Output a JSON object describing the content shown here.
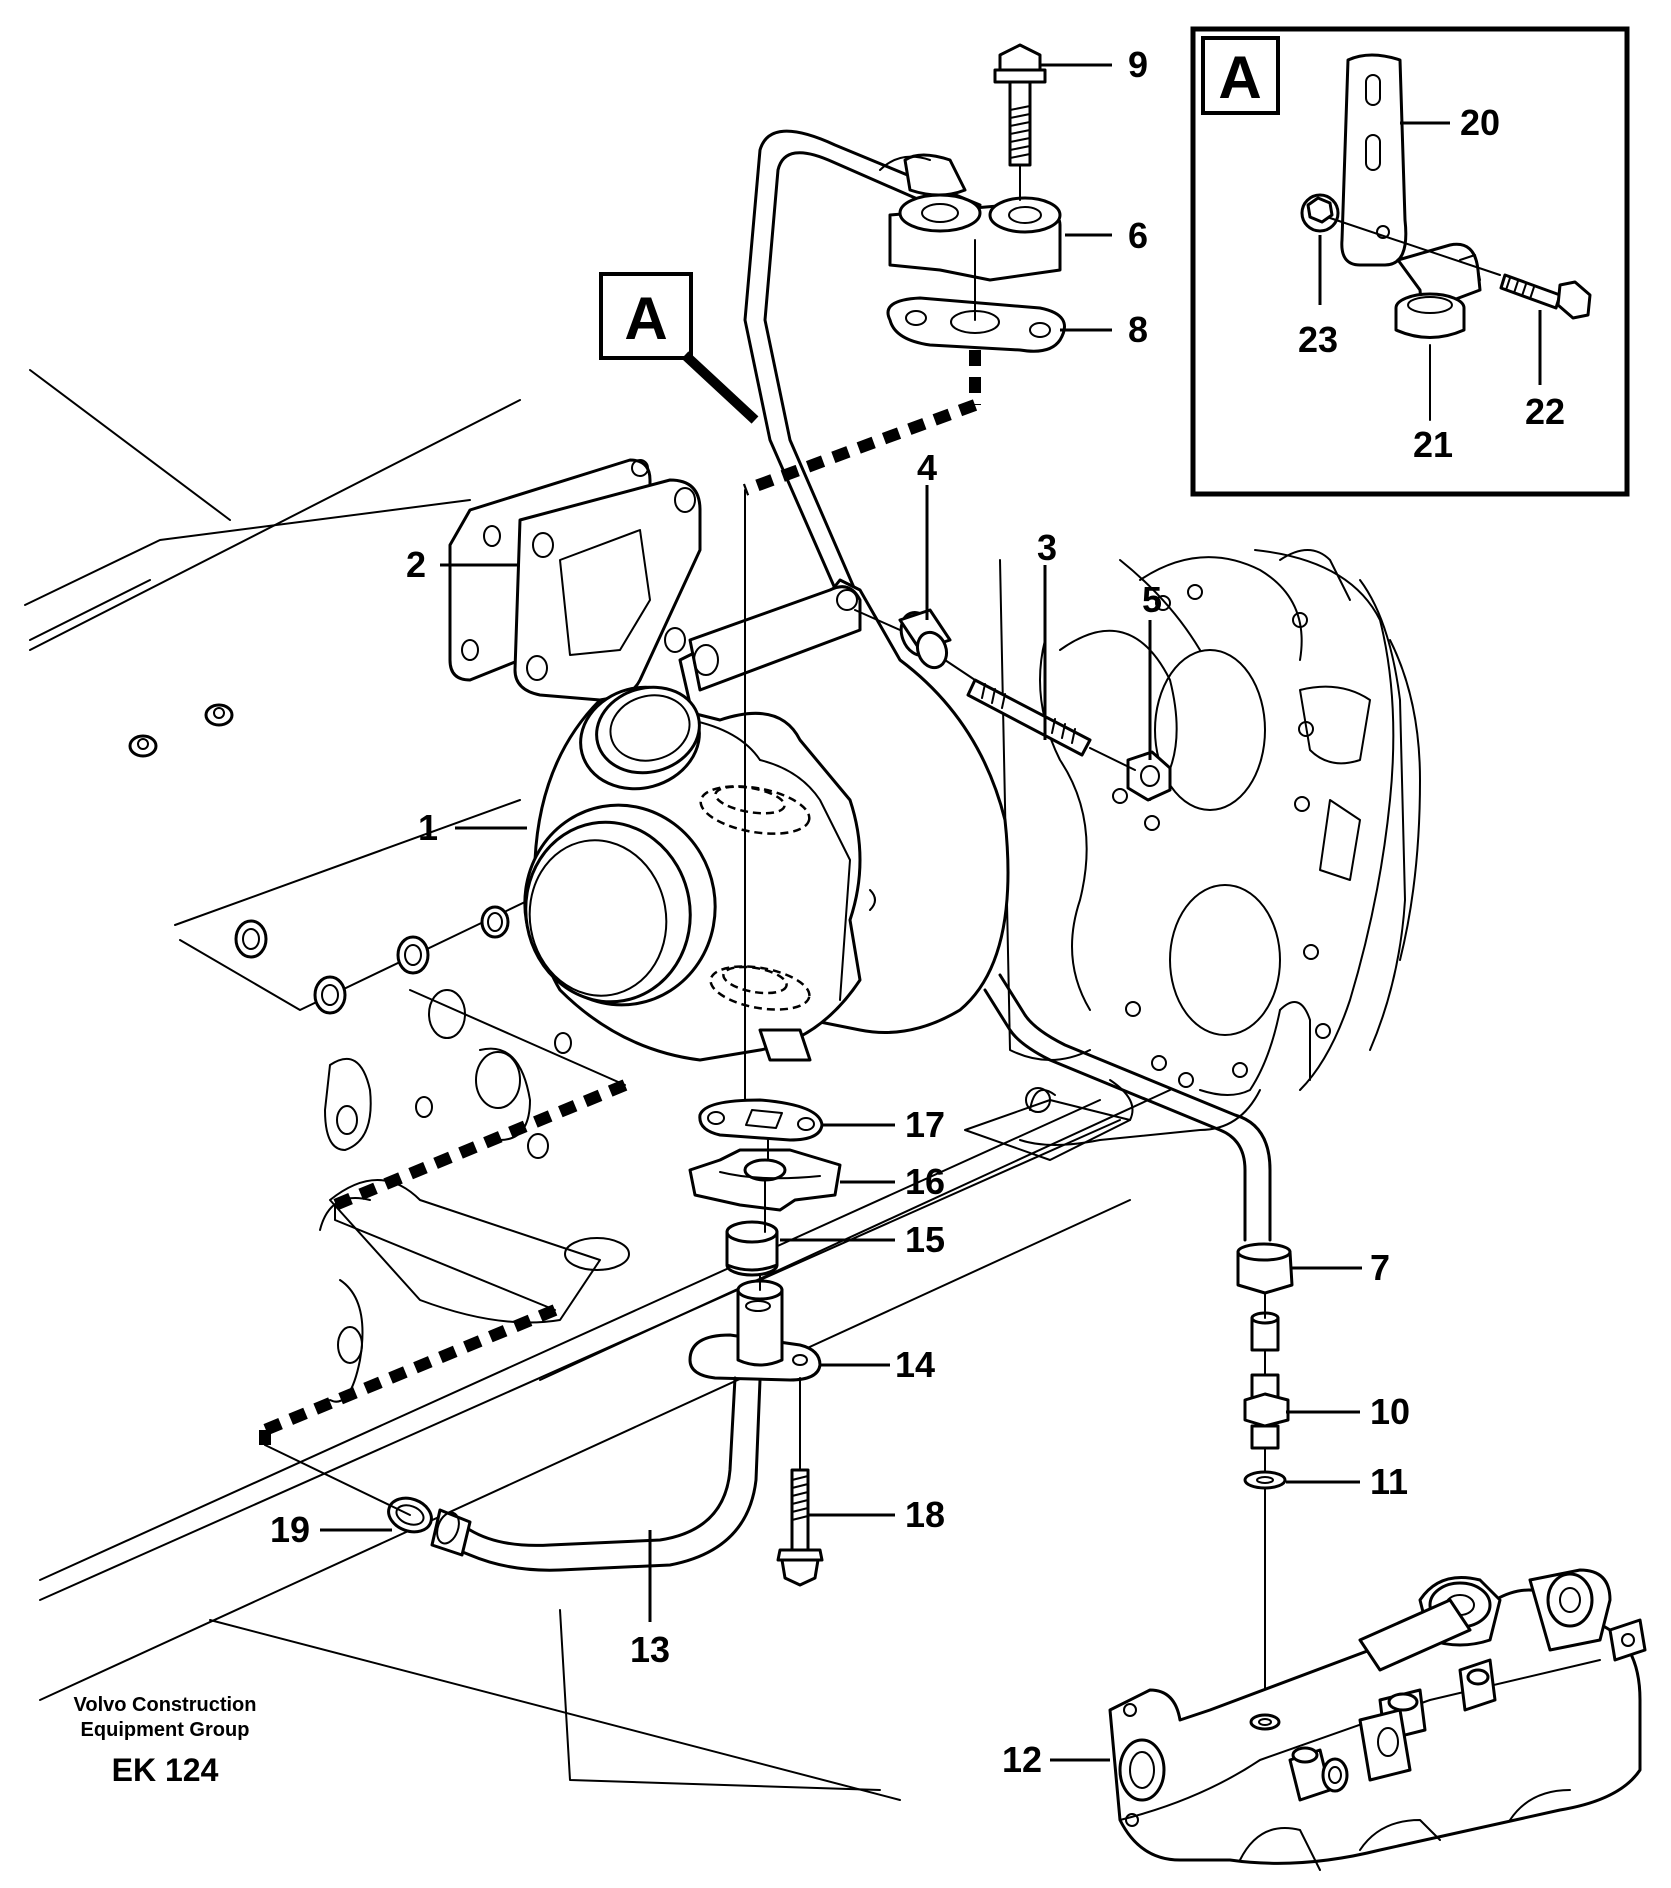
{
  "view_markers": {
    "main": "A",
    "detail": "A"
  },
  "callouts": [
    "1",
    "2",
    "3",
    "4",
    "5",
    "6",
    "7",
    "8",
    "9",
    "10",
    "11",
    "12",
    "13",
    "14",
    "15",
    "16",
    "17",
    "18",
    "19",
    "20",
    "21",
    "22",
    "23"
  ],
  "footer": {
    "company_line1": "Volvo Construction",
    "company_line2": "Equipment Group",
    "code": "EK 124"
  }
}
